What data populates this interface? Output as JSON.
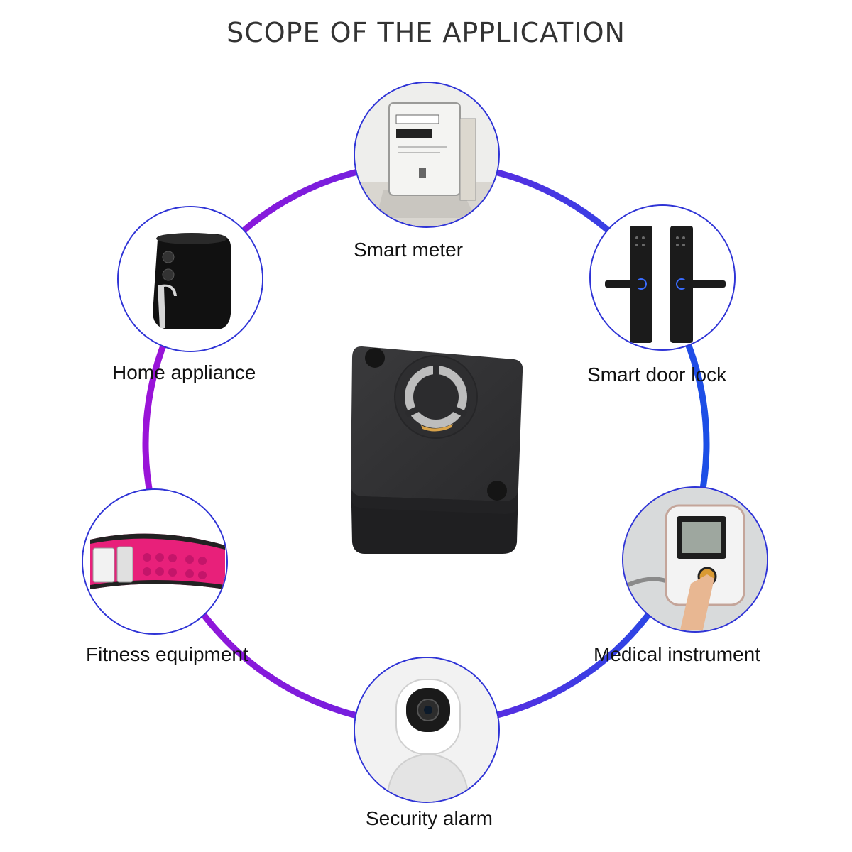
{
  "title": "SCOPE OF THE APPLICATION",
  "applications": [
    {
      "label": "Smart meter",
      "icon": "smart-meter-icon"
    },
    {
      "label": "Smart door lock",
      "icon": "door-lock-icon"
    },
    {
      "label": "Medical instrument",
      "icon": "blood-pressure-monitor-icon"
    },
    {
      "label": "Security alarm",
      "icon": "security-camera-icon"
    },
    {
      "label": "Fitness equipment",
      "icon": "fitness-belt-icon"
    },
    {
      "label": "Home appliance",
      "icon": "air-fryer-icon"
    }
  ],
  "center_device": "buzzer-module",
  "colors": {
    "ring_left": "#9a14d8",
    "ring_right": "#1c4fe6",
    "circle_border": "#2f34d6",
    "device": "#2b2b2d"
  }
}
